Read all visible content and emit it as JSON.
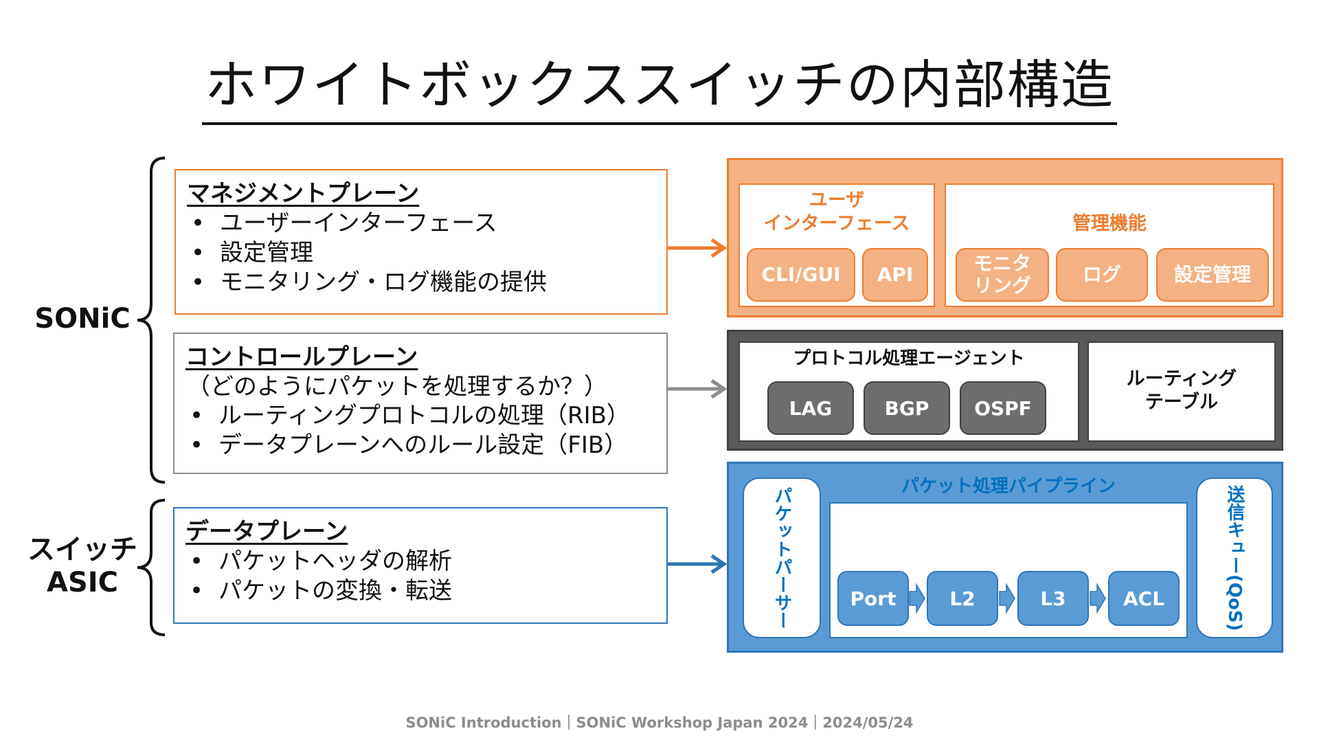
{
  "title": "ホワイトボックススイッチの内部構造",
  "groups": {
    "sonic": "SONiC",
    "asic_line1": "スイッチ",
    "asic_line2": "ASIC"
  },
  "management": {
    "heading": "マネジメントプレーン",
    "items": [
      "ユーザーインターフェース",
      "設定管理",
      "モニタリング・ログ機能の提供"
    ]
  },
  "control": {
    "heading": "コントロールプレーン",
    "subheading": "（どのようにパケットを処理するか？）",
    "items": [
      "ルーティングプロトコルの処理（RIB）",
      "データプレーンへのルール設定（FIB）"
    ]
  },
  "data": {
    "heading": "データプレーン",
    "items": [
      "パケットヘッダの解析",
      "パケットの変換・転送"
    ]
  },
  "mgmt_panel": {
    "ui_label_line1": "ユーザ",
    "ui_label_line2": "インターフェース",
    "ui_pills": [
      "CLI/GUI",
      "API"
    ],
    "admin_label": "管理機能",
    "admin_pills": {
      "monitoring_line1": "モニタ",
      "monitoring_line2": "リング",
      "log": "ログ",
      "config": "設定管理"
    }
  },
  "control_panel": {
    "agent_label": "プロトコル処理エージェント",
    "agents": [
      "LAG",
      "BGP",
      "OSPF"
    ],
    "routing_table_line1": "ルーティング",
    "routing_table_line2": "テーブル"
  },
  "data_panel": {
    "parser_line1": "パケット",
    "parser_line2": "パーサー",
    "pipeline_label": "パケット処理パイプライン",
    "stages": [
      "Port",
      "L2",
      "L3",
      "ACL"
    ],
    "queue_line1": "送信キュー",
    "queue_line2": "(QoS)"
  },
  "colors": {
    "orange": "#ed7d31",
    "orange_light": "#f4b183",
    "gray_dark": "#404040",
    "gray_mid": "#6e6e6e",
    "blue": "#2e75b6",
    "blue_light": "#5b9bd5"
  },
  "footer": "SONiC Introduction｜SONiC Workshop Japan 2024｜2024/05/24"
}
